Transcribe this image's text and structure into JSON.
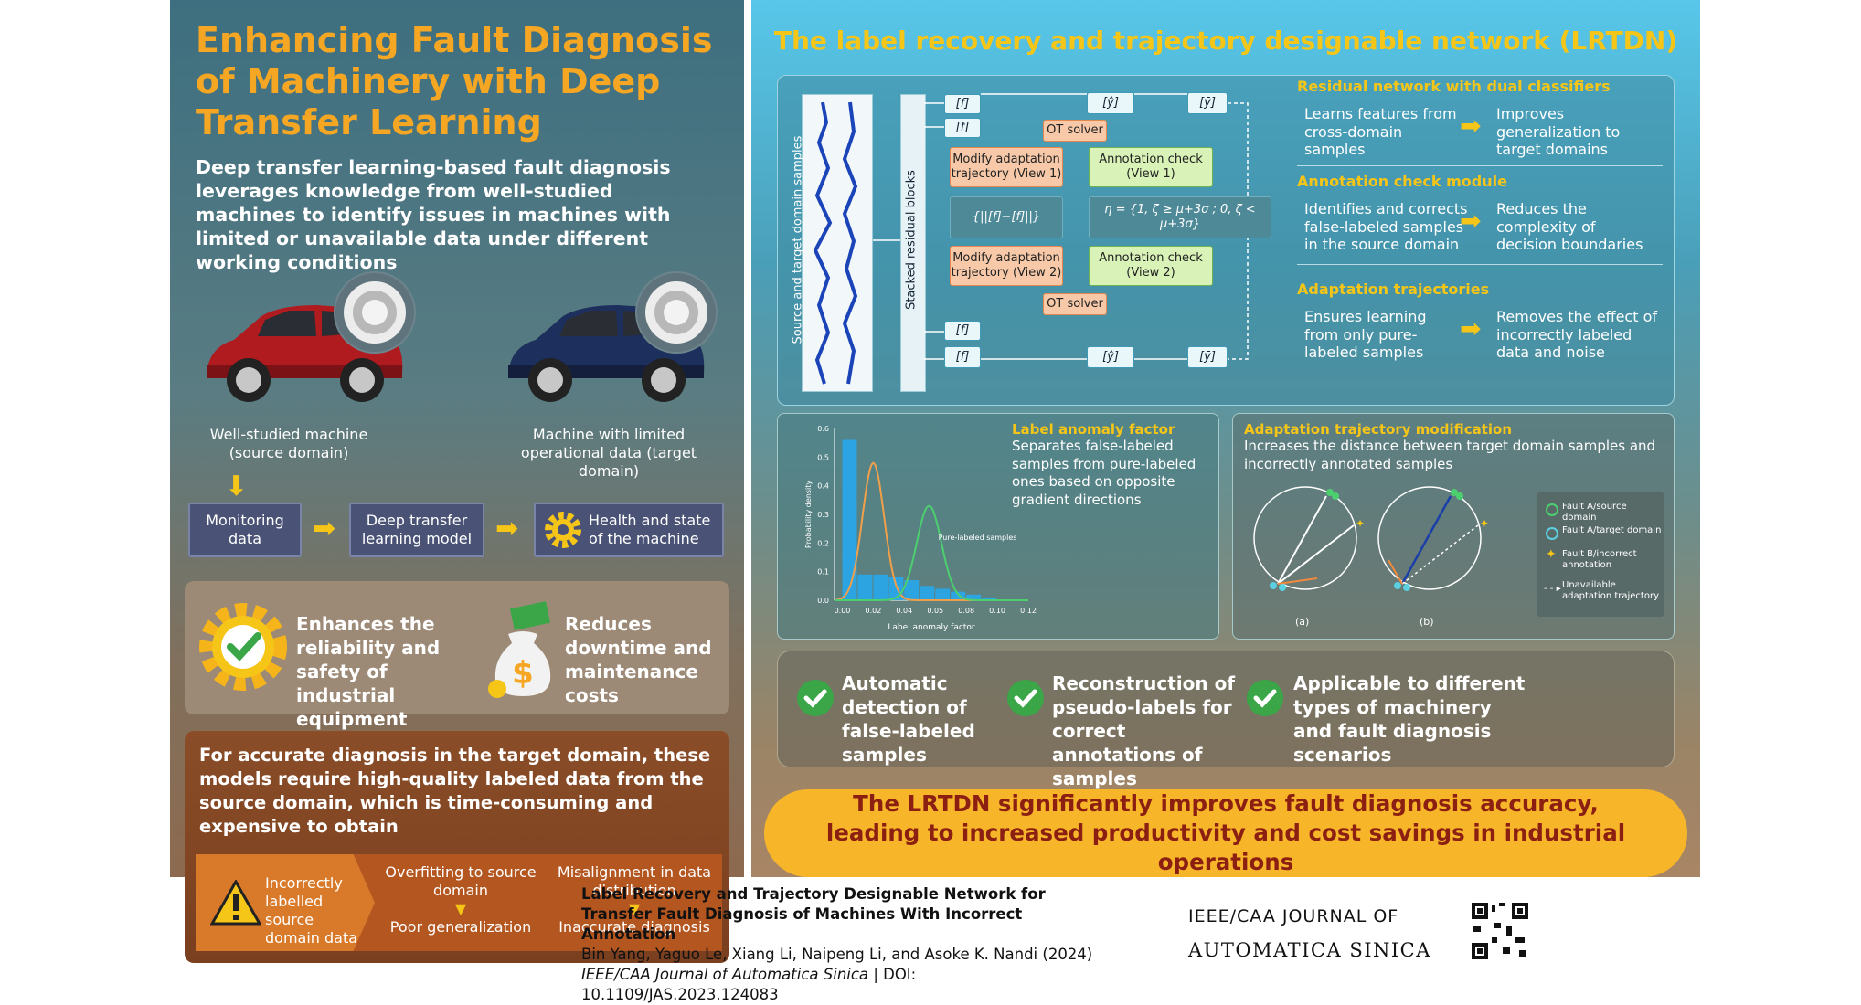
{
  "left": {
    "title": "Enhancing Fault Diagnosis of Machinery with Deep Transfer Learning",
    "intro": "Deep transfer learning-based fault diagnosis leverages knowledge from well-studied machines to identify issues in machines with limited or unavailable data under different working conditions",
    "source_label": "Well-studied machine (source domain)",
    "target_label": "Machine with limited operational data (target domain)",
    "flow": [
      "Monitoring data",
      "Deep transfer learning model",
      "Health and state of the machine"
    ],
    "benefits": [
      "Enhances the reliability and safety of industrial equipment",
      "Reduces downtime and maintenance costs"
    ],
    "cost_text": "For accurate diagnosis in the target domain, these models require high-quality labeled data from the source domain, which is time-consuming and expensive to obtain",
    "issues": {
      "first": "Incorrectly labelled source domain data",
      "col2_top": "Overfitting to source domain",
      "col2_bottom": "Poor generalization",
      "col3_top": "Misalignment in data distribution",
      "col3_bottom": "Inaccurate diagnosis"
    },
    "colors": {
      "title": "#f5a623",
      "flow_box": "#4a5376",
      "cost_panel": "#8a4d28"
    }
  },
  "right": {
    "title": "The label recovery and trajectory designable network (LRTDN)",
    "network": {
      "input_label": "Source and target domain samples",
      "blocks_label": "Stacked residual blocks",
      "boxes": {
        "modify1": "Modify adaptation trajectory (View 1)",
        "modify2": "Modify adaptation trajectory (View 2)",
        "annot1": "Annotation check (View 1)",
        "annot2": "Annotation check (View 2)",
        "ot1": "OT solver",
        "ot2": "OT solver"
      }
    },
    "side": [
      {
        "heading": "Residual network with dual classifiers",
        "left": "Learns features from cross-domain samples",
        "right": "Improves generalization to target domains"
      },
      {
        "heading": "Annotation check module",
        "left": "Identifies and corrects false-labeled samples in the source domain",
        "right": "Reduces the complexity of decision boundaries"
      },
      {
        "heading": "Adaptation trajectories",
        "left": "Ensures learning from only pure-labeled samples",
        "right": "Removes the effect of incorrectly labeled data and noise"
      }
    ],
    "anomaly": {
      "heading": "Label anomaly factor",
      "text": "Separates false-labeled samples from pure-labeled ones based on opposite gradient directions"
    },
    "trajectory": {
      "heading": "Adaptation trajectory modification",
      "text": "Increases the distance between target domain samples and incorrectly annotated samples",
      "legend": [
        "Fault A/source domain",
        "Fault A/target domain",
        "Fault B/incorrect annotation",
        "Unavailable adaptation trajectory"
      ],
      "sub_a": "(a)",
      "sub_b": "(b)"
    },
    "checks": [
      "Automatic detection of false-labeled samples",
      "Reconstruction of pseudo-labels for correct annotations of samples",
      "Applicable to different types of machinery and fault diagnosis scenarios"
    ],
    "banner": "The LRTDN significantly improves fault diagnosis accuracy, leading to increased productivity and cost savings in industrial operations",
    "colors": {
      "title": "#f5c518",
      "banner_bg": "#f7b52a",
      "banner_text": "#8b1f12"
    }
  },
  "footer": {
    "title": "Label Recovery and Trajectory Designable Network for Transfer Fault Diagnosis of Machines With Incorrect Annotation",
    "authors": "Bin Yang, Yaguo Le, Xiang Li, Naipeng Li, and Asoke K. Nandi (2024)",
    "journal": "IEEE/CAA Journal of Automatica Sinica",
    "doi": "| DOI: 10.1109/JAS.2023.124083",
    "brand_line1": "IEEE/CAA JOURNAL OF",
    "brand_line2": "AUTOMATICA SINICA"
  },
  "chart_data": {
    "type": "bar",
    "xlabel": "Label anomaly factor",
    "ylabel": "Probability density",
    "xticks": [
      "0.00",
      "0.02",
      "0.04",
      "0.05",
      "0.08",
      "0.10",
      "0.12"
    ],
    "yticks": [
      "0.0",
      "0.1",
      "0.2",
      "0.3",
      "0.4",
      "0.5",
      "0.6"
    ],
    "ylim": [
      0,
      0.6
    ],
    "xlim": [
      -0.005,
      0.12
    ],
    "bins": [
      {
        "x": 0.0,
        "y": 0.56
      },
      {
        "x": 0.01,
        "y": 0.09
      },
      {
        "x": 0.02,
        "y": 0.09
      },
      {
        "x": 0.03,
        "y": 0.08
      },
      {
        "x": 0.04,
        "y": 0.07
      },
      {
        "x": 0.05,
        "y": 0.05
      },
      {
        "x": 0.06,
        "y": 0.04
      },
      {
        "x": 0.07,
        "y": 0.03
      },
      {
        "x": 0.08,
        "y": 0.02
      },
      {
        "x": 0.09,
        "y": 0.01
      }
    ],
    "bin_width": 0.01,
    "curves": [
      {
        "mean": 0.02,
        "sd": 0.007,
        "peak": 0.48,
        "color": "#f0a04b"
      },
      {
        "mean": 0.056,
        "sd": 0.008,
        "peak": 0.33,
        "color": "#4ccf6e"
      }
    ],
    "annotations": [
      "Pure-labeled samples"
    ],
    "colors": {
      "bars": "#2aa5e8"
    }
  }
}
